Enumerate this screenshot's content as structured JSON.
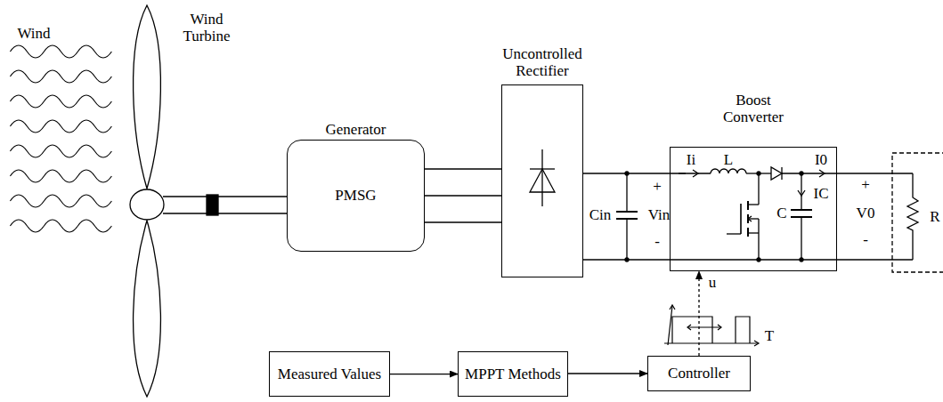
{
  "diagram": {
    "nodes": [
      {
        "text": [
          "Generator",
          "PMSG"
        ]
      },
      {
        "text": [
          "Uncontrolled Rectifier"
        ]
      },
      {
        "text": [
          "Boost Converter"
        ]
      },
      {
        "text": [
          "Measured Values"
        ]
      },
      {
        "text": [
          "MPPT Methods"
        ]
      },
      {
        "text": [
          "Controller"
        ]
      }
    ],
    "edges": [
      {
        "from": 0,
        "to": 1,
        "arrow": "none"
      },
      {
        "from": 0,
        "to": 1,
        "arrow": "none"
      },
      {
        "from": 0,
        "to": 1,
        "arrow": "none"
      },
      {
        "from": 3,
        "to": 4,
        "arrow": "to"
      },
      {
        "from": 4,
        "to": 5,
        "arrow": "to"
      },
      {
        "from": 5,
        "to": 2,
        "arrow": "to"
      }
    ],
    "labels": [
      "Wind",
      "Wind Turbine",
      "Cin",
      "+",
      "Vin",
      "-",
      "Ii",
      "L",
      "I0",
      "IC",
      "C",
      "u",
      "+",
      "V0",
      "-",
      "R",
      "T"
    ]
  }
}
